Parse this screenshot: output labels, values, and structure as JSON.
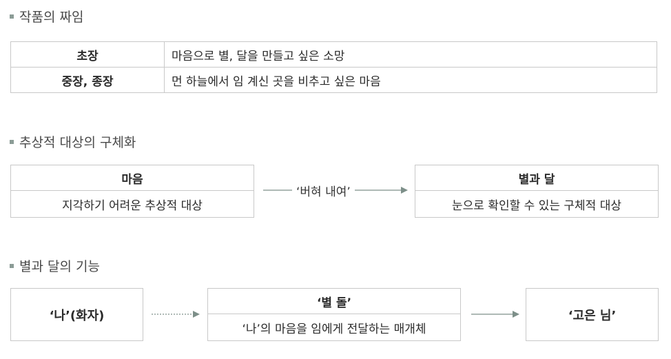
{
  "sections": {
    "s1_title": "작품의 짜임",
    "s2_title": "추상적 대상의 구체화",
    "s3_title": "별과 달의 기능"
  },
  "structure_table": [
    {
      "part": "초장",
      "content": "마음으로 별, 달을 만들고 싶은 소망"
    },
    {
      "part": "중장, 종장",
      "content": "먼 하늘에서 임 계신 곳을 비추고 싶은 마음"
    }
  ],
  "concretization": {
    "from_head": "마음",
    "from_body": "지각하기 어려운 추상적 대상",
    "arrow_label": "‘버혀 내여’",
    "to_head": "별과 달",
    "to_body": "눈으로 확인할 수 있는 구체적 대상"
  },
  "function": {
    "speaker": "‘나’(화자)",
    "medium_head": "‘별 돌’",
    "medium_body": "‘나’의 마음을 임에게 전달하는 매개체",
    "target": "‘고은 님’"
  }
}
